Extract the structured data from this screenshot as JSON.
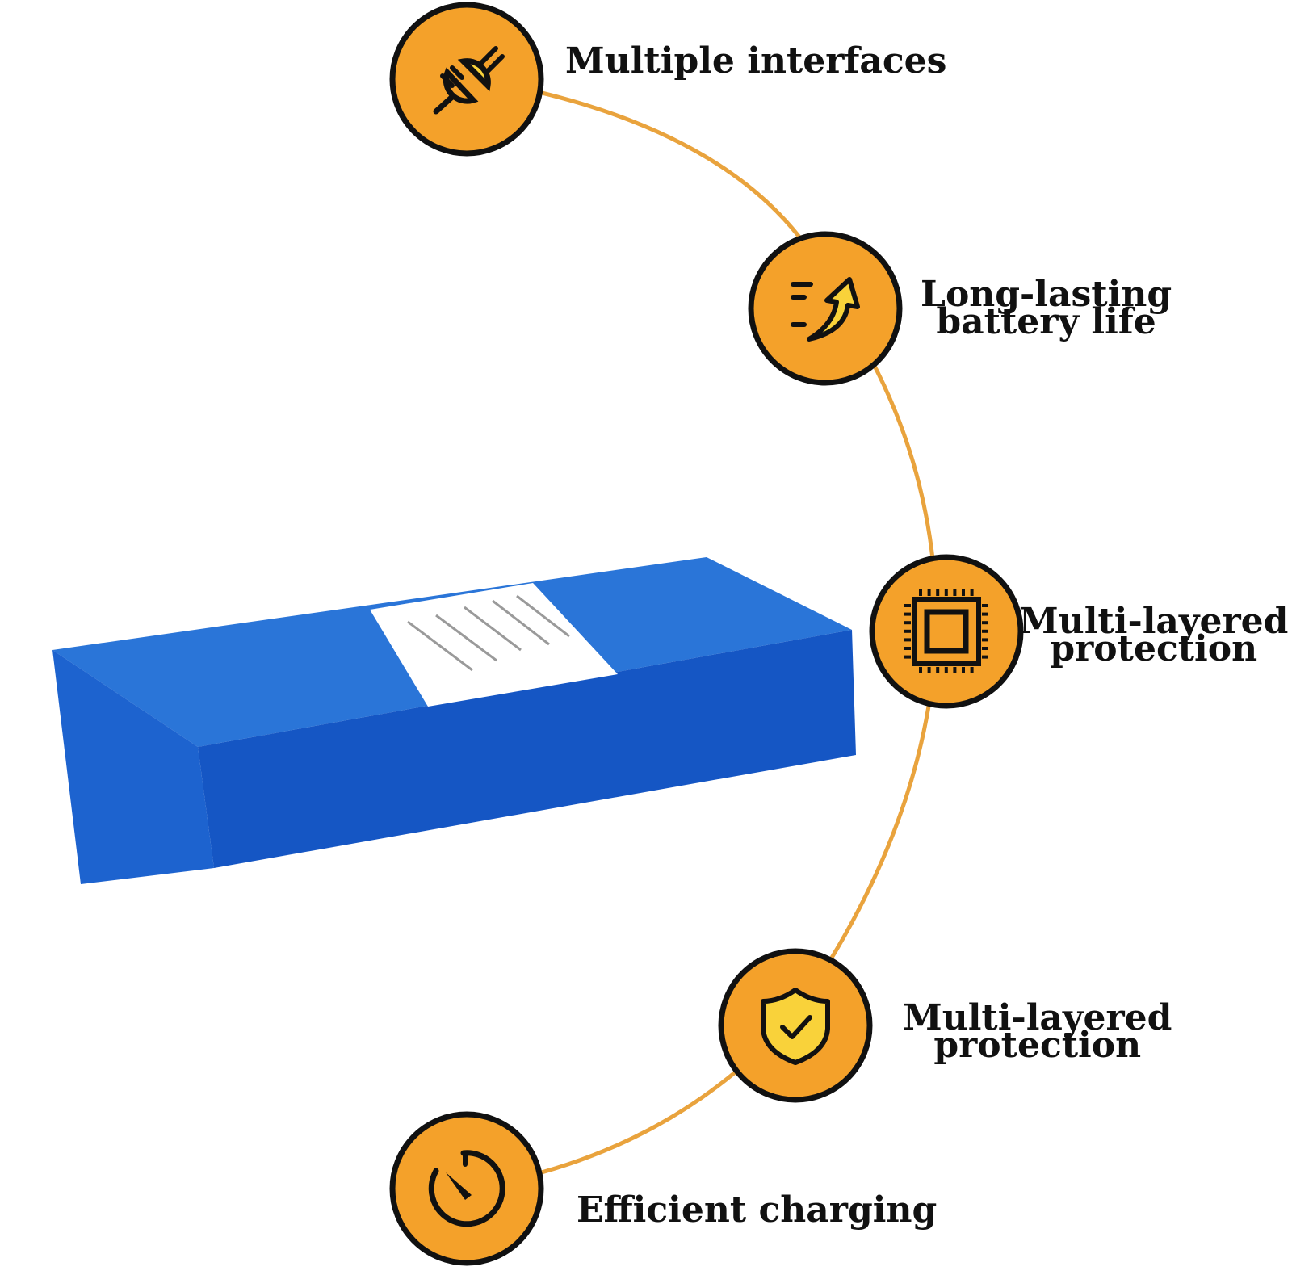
{
  "colors": {
    "accent": "#f4a12a",
    "accent_line": "#e9a33d",
    "ring": "#111111",
    "icon_fill": "#f9d23a",
    "battery_top": "#2a75d8",
    "battery_front": "#1556c4",
    "label": "#ffffff"
  },
  "features": [
    {
      "icon": "plug-icon",
      "lines": [
        "Multiple interfaces"
      ]
    },
    {
      "icon": "lightning-arrow-icon",
      "lines": [
        "Long-lasting",
        "battery life"
      ]
    },
    {
      "icon": "chip-icon",
      "lines": [
        "Multi-layered",
        "protection"
      ]
    },
    {
      "icon": "shield-check-icon",
      "lines": [
        "Multi-layered",
        "protection"
      ]
    },
    {
      "icon": "timer-icon",
      "lines": [
        "Efficient charging"
      ]
    }
  ],
  "product": {
    "name": "battery-pack",
    "has_label_sticker": true
  }
}
